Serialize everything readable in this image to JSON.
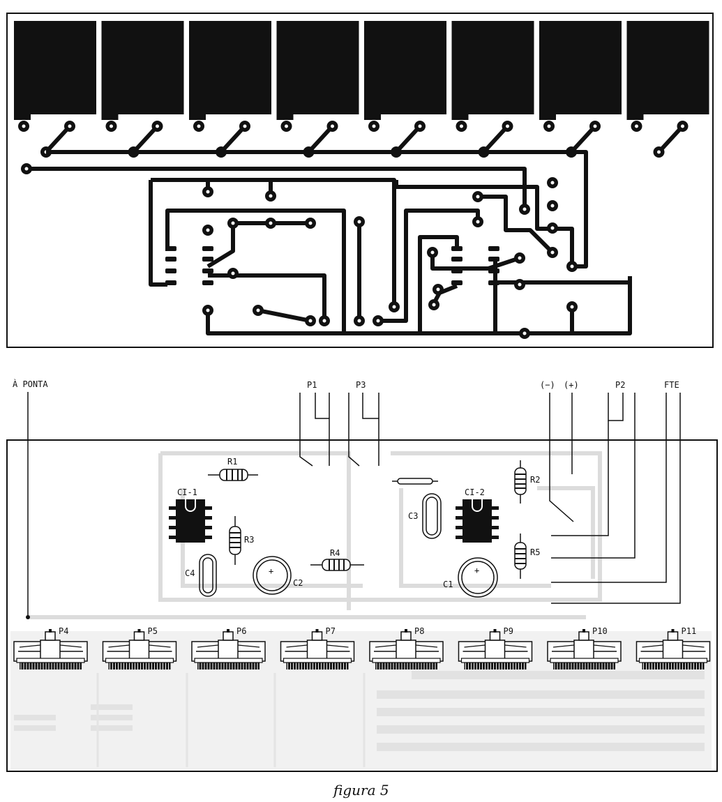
{
  "figure": {
    "caption": "figura 5"
  },
  "pcb": {
    "pad_tabs": 8
  },
  "assembly": {
    "wire_labels": {
      "a_ponta": "À PONTA",
      "p1": "P1",
      "p3": "P3",
      "minus": "(−)",
      "plus": "(+)",
      "p2": "P2",
      "fte": "FTE"
    },
    "components": {
      "r1": "R1",
      "r2": "R2",
      "r3": "R3",
      "r4": "R4",
      "r5": "R5",
      "ci1": "CI-1",
      "ci2": "CI-2",
      "c1": "C1",
      "c2": "C2",
      "c3": "C3",
      "c4": "C4"
    },
    "pots": [
      "P4",
      "P5",
      "P6",
      "P7",
      "P8",
      "P9",
      "P10",
      "P11"
    ]
  },
  "colors": {
    "ink": "#111111",
    "ghost": "#dcdcdc",
    "text_shadow": "#ececec"
  }
}
